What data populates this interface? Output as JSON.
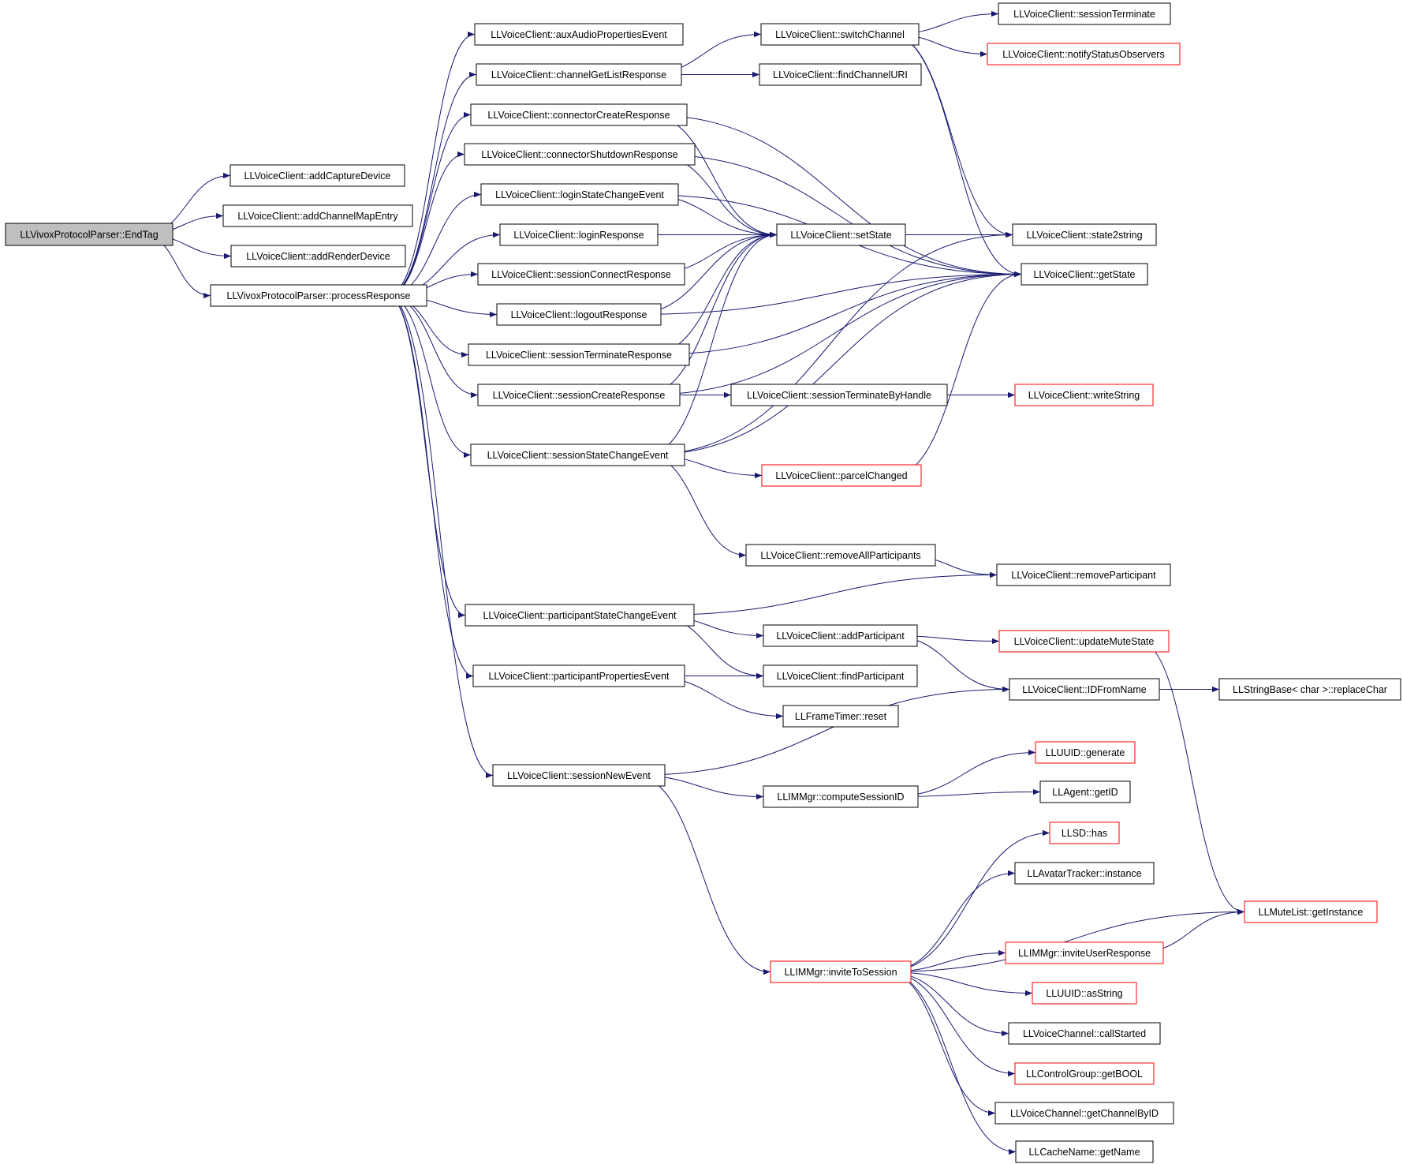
{
  "colors": {
    "edge": "#191970",
    "node_border": "#000000",
    "incomplete_border": "#ff0000",
    "root_fill": "#bfbfbf",
    "node_fill": "#ffffff"
  },
  "nodes": [
    {
      "id": "n0",
      "label": "LLVivoxProtocolParser::EndTag",
      "kind": "root"
    },
    {
      "id": "n1",
      "label": "LLVoiceClient::addCaptureDevice",
      "kind": "normal"
    },
    {
      "id": "n2",
      "label": "LLVoiceClient::addChannelMapEntry",
      "kind": "normal"
    },
    {
      "id": "n3",
      "label": "LLVoiceClient::addRenderDevice",
      "kind": "normal"
    },
    {
      "id": "n4",
      "label": "LLVivoxProtocolParser::processResponse",
      "kind": "normal"
    },
    {
      "id": "n5",
      "label": "LLVoiceClient::auxAudioPropertiesEvent",
      "kind": "normal"
    },
    {
      "id": "n6",
      "label": "LLVoiceClient::channelGetListResponse",
      "kind": "normal"
    },
    {
      "id": "n7",
      "label": "LLVoiceClient::connectorCreateResponse",
      "kind": "normal"
    },
    {
      "id": "n8",
      "label": "LLVoiceClient::connectorShutdownResponse",
      "kind": "normal"
    },
    {
      "id": "n9",
      "label": "LLVoiceClient::loginStateChangeEvent",
      "kind": "normal"
    },
    {
      "id": "n10",
      "label": "LLVoiceClient::loginResponse",
      "kind": "normal"
    },
    {
      "id": "n11",
      "label": "LLVoiceClient::sessionConnectResponse",
      "kind": "normal"
    },
    {
      "id": "n12",
      "label": "LLVoiceClient::logoutResponse",
      "kind": "normal"
    },
    {
      "id": "n13",
      "label": "LLVoiceClient::sessionTerminateResponse",
      "kind": "normal"
    },
    {
      "id": "n14",
      "label": "LLVoiceClient::sessionCreateResponse",
      "kind": "normal"
    },
    {
      "id": "n15",
      "label": "LLVoiceClient::sessionStateChangeEvent",
      "kind": "normal"
    },
    {
      "id": "n16",
      "label": "LLVoiceClient::participantStateChangeEvent",
      "kind": "normal"
    },
    {
      "id": "n17",
      "label": "LLVoiceClient::participantPropertiesEvent",
      "kind": "normal"
    },
    {
      "id": "n18",
      "label": "LLVoiceClient::sessionNewEvent",
      "kind": "normal"
    },
    {
      "id": "n19",
      "label": "LLVoiceClient::switchChannel",
      "kind": "normal"
    },
    {
      "id": "n20",
      "label": "LLVoiceClient::findChannelURI",
      "kind": "normal"
    },
    {
      "id": "n21",
      "label": "LLVoiceClient::setState",
      "kind": "normal"
    },
    {
      "id": "n22",
      "label": "LLVoiceClient::sessionTerminateByHandle",
      "kind": "normal"
    },
    {
      "id": "n23",
      "label": "LLVoiceClient::parcelChanged",
      "kind": "incomplete"
    },
    {
      "id": "n24",
      "label": "LLVoiceClient::removeAllParticipants",
      "kind": "normal"
    },
    {
      "id": "n25",
      "label": "LLVoiceClient::addParticipant",
      "kind": "normal"
    },
    {
      "id": "n26",
      "label": "LLVoiceClient::findParticipant",
      "kind": "normal"
    },
    {
      "id": "n27",
      "label": "LLFrameTimer::reset",
      "kind": "normal"
    },
    {
      "id": "n28",
      "label": "LLIMMgr::computeSessionID",
      "kind": "normal"
    },
    {
      "id": "n29",
      "label": "LLIMMgr::inviteToSession",
      "kind": "incomplete"
    },
    {
      "id": "n30",
      "label": "LLVoiceClient::sessionTerminate",
      "kind": "normal"
    },
    {
      "id": "n31",
      "label": "LLVoiceClient::notifyStatusObservers",
      "kind": "incomplete"
    },
    {
      "id": "n32",
      "label": "LLVoiceClient::state2string",
      "kind": "normal"
    },
    {
      "id": "n33",
      "label": "LLVoiceClient::getState",
      "kind": "normal"
    },
    {
      "id": "n34",
      "label": "LLVoiceClient::writeString",
      "kind": "incomplete"
    },
    {
      "id": "n35",
      "label": "LLVoiceClient::removeParticipant",
      "kind": "normal"
    },
    {
      "id": "n36",
      "label": "LLVoiceClient::updateMuteState",
      "kind": "incomplete"
    },
    {
      "id": "n37",
      "label": "LLVoiceClient::IDFromName",
      "kind": "normal"
    },
    {
      "id": "n38",
      "label": "LLUUID::generate",
      "kind": "incomplete"
    },
    {
      "id": "n39",
      "label": "LLAgent::getID",
      "kind": "normal"
    },
    {
      "id": "n40",
      "label": "LLSD::has",
      "kind": "incomplete"
    },
    {
      "id": "n41",
      "label": "LLAvatarTracker::instance",
      "kind": "normal"
    },
    {
      "id": "n42",
      "label": "LLIMMgr::inviteUserResponse",
      "kind": "incomplete"
    },
    {
      "id": "n43",
      "label": "LLUUID::asString",
      "kind": "incomplete"
    },
    {
      "id": "n44",
      "label": "LLVoiceChannel::callStarted",
      "kind": "normal"
    },
    {
      "id": "n45",
      "label": "LLControlGroup::getBOOL",
      "kind": "incomplete"
    },
    {
      "id": "n46",
      "label": "LLVoiceChannel::getChannelByID",
      "kind": "normal"
    },
    {
      "id": "n47",
      "label": "LLCacheName::getName",
      "kind": "normal"
    },
    {
      "id": "n48",
      "label": "LLStringBase< char >::replaceChar",
      "kind": "normal"
    },
    {
      "id": "n49",
      "label": "LLMuteList::getInstance",
      "kind": "incomplete"
    }
  ],
  "edges": [
    [
      "n0",
      "n1"
    ],
    [
      "n0",
      "n2"
    ],
    [
      "n0",
      "n3"
    ],
    [
      "n0",
      "n4"
    ],
    [
      "n4",
      "n5"
    ],
    [
      "n4",
      "n6"
    ],
    [
      "n4",
      "n7"
    ],
    [
      "n4",
      "n8"
    ],
    [
      "n4",
      "n9"
    ],
    [
      "n4",
      "n10"
    ],
    [
      "n4",
      "n11"
    ],
    [
      "n4",
      "n12"
    ],
    [
      "n4",
      "n13"
    ],
    [
      "n4",
      "n14"
    ],
    [
      "n4",
      "n15"
    ],
    [
      "n4",
      "n16"
    ],
    [
      "n4",
      "n17"
    ],
    [
      "n4",
      "n18"
    ],
    [
      "n6",
      "n19"
    ],
    [
      "n6",
      "n20"
    ],
    [
      "n19",
      "n30"
    ],
    [
      "n19",
      "n31"
    ],
    [
      "n19",
      "n32"
    ],
    [
      "n19",
      "n33"
    ],
    [
      "n7",
      "n21"
    ],
    [
      "n7",
      "n33"
    ],
    [
      "n8",
      "n21"
    ],
    [
      "n8",
      "n33"
    ],
    [
      "n9",
      "n21"
    ],
    [
      "n9",
      "n33"
    ],
    [
      "n10",
      "n21"
    ],
    [
      "n11",
      "n21"
    ],
    [
      "n12",
      "n21"
    ],
    [
      "n12",
      "n33"
    ],
    [
      "n13",
      "n21"
    ],
    [
      "n13",
      "n33"
    ],
    [
      "n14",
      "n21"
    ],
    [
      "n14",
      "n33"
    ],
    [
      "n14",
      "n22"
    ],
    [
      "n15",
      "n21"
    ],
    [
      "n15",
      "n32"
    ],
    [
      "n15",
      "n23"
    ],
    [
      "n15",
      "n33"
    ],
    [
      "n15",
      "n24"
    ],
    [
      "n21",
      "n32"
    ],
    [
      "n22",
      "n34"
    ],
    [
      "n23",
      "n33"
    ],
    [
      "n24",
      "n35"
    ],
    [
      "n16",
      "n35"
    ],
    [
      "n16",
      "n25"
    ],
    [
      "n16",
      "n26"
    ],
    [
      "n17",
      "n26"
    ],
    [
      "n17",
      "n27"
    ],
    [
      "n25",
      "n36"
    ],
    [
      "n25",
      "n37"
    ],
    [
      "n36",
      "n49"
    ],
    [
      "n37",
      "n48"
    ],
    [
      "n18",
      "n37"
    ],
    [
      "n18",
      "n28"
    ],
    [
      "n18",
      "n29"
    ],
    [
      "n28",
      "n38"
    ],
    [
      "n28",
      "n39"
    ],
    [
      "n29",
      "n40"
    ],
    [
      "n29",
      "n41"
    ],
    [
      "n29",
      "n49"
    ],
    [
      "n29",
      "n42"
    ],
    [
      "n29",
      "n43"
    ],
    [
      "n29",
      "n44"
    ],
    [
      "n29",
      "n45"
    ],
    [
      "n29",
      "n46"
    ],
    [
      "n29",
      "n47"
    ],
    [
      "n42",
      "n49"
    ]
  ]
}
